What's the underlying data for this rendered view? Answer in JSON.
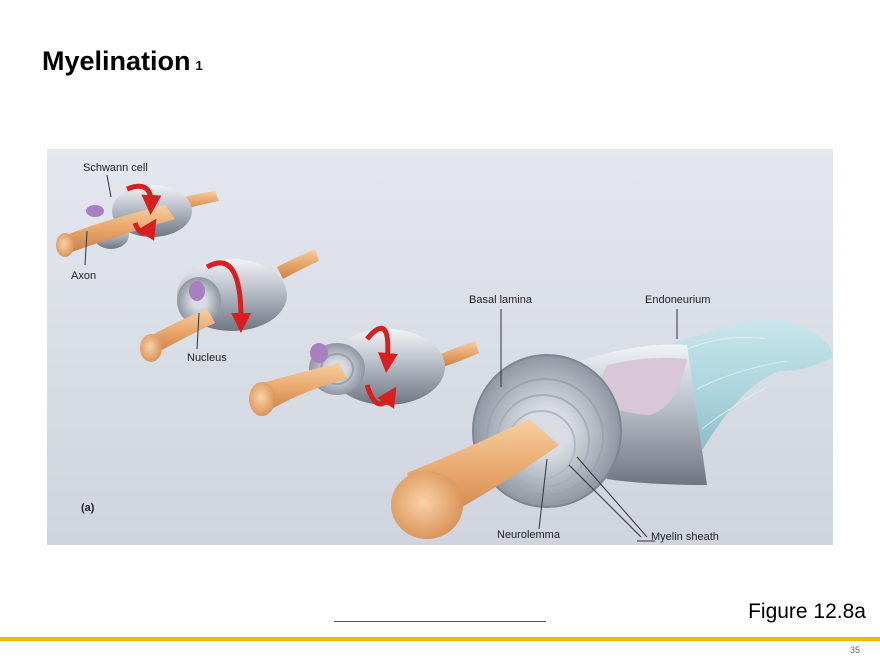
{
  "slide": {
    "title": "Myelination",
    "title_superscript": "1",
    "figure_caption": "Figure 12.8a",
    "page_number": "35"
  },
  "diagram": {
    "panel_label": "(a)",
    "labels": {
      "schwann_cell": "Schwann cell",
      "axon": "Axon",
      "nucleus": "Nucleus",
      "basal_lamina": "Basal lamina",
      "endoneurium": "Endoneurium",
      "neurolemma": "Neurolemma",
      "myelin_sheath": "Myelin sheath"
    }
  },
  "colors": {
    "accent_bar": "#f2b705",
    "axon": "#e8a66a",
    "arrow": "#d81e1e",
    "nucleus": "#a97fc2",
    "endoneurium": "#a9d3dc"
  }
}
